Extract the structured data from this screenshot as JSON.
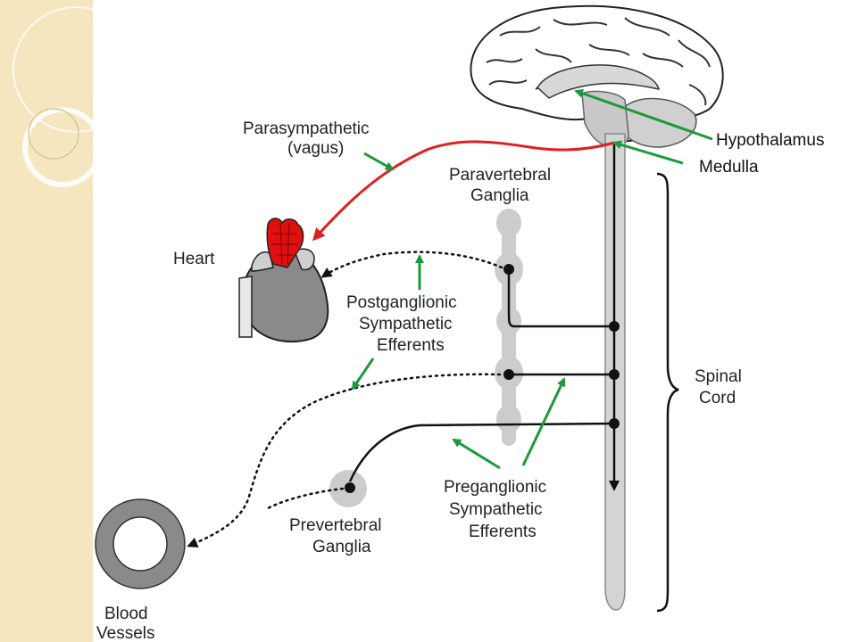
{
  "labels": {
    "hypothalamus": "Hypothalamus",
    "medulla": "Medulla",
    "parasympathetic": "Parasympathetic",
    "vagus": "(vagus)",
    "paravertebral_1": "Paravertebral",
    "paravertebral_2": "Ganglia",
    "heart": "Heart",
    "postganglionic_1": "Postganglionic",
    "postganglionic_2": "Sympathetic",
    "postganglionic_3": "Efferents",
    "spinal_1": "Spinal",
    "spinal_2": "Cord",
    "preganglionic_1": "Preganglionic",
    "preganglionic_2": "Sympathetic",
    "preganglionic_3": "Efferents",
    "prevertebral_1": "Prevertebral",
    "prevertebral_2": "Ganglia",
    "blood_1": "Blood",
    "blood_2": "Vessels"
  },
  "colors": {
    "parasympathetic_line": "#e02020",
    "pointer_arrows": "#1a9a3a",
    "nerve_lines": "#111111",
    "tissue_gray": "#c8c8c8",
    "heart_gray": "#8a8a8a",
    "heart_red": "#e01010",
    "side_panel": "#f5e6bf"
  }
}
